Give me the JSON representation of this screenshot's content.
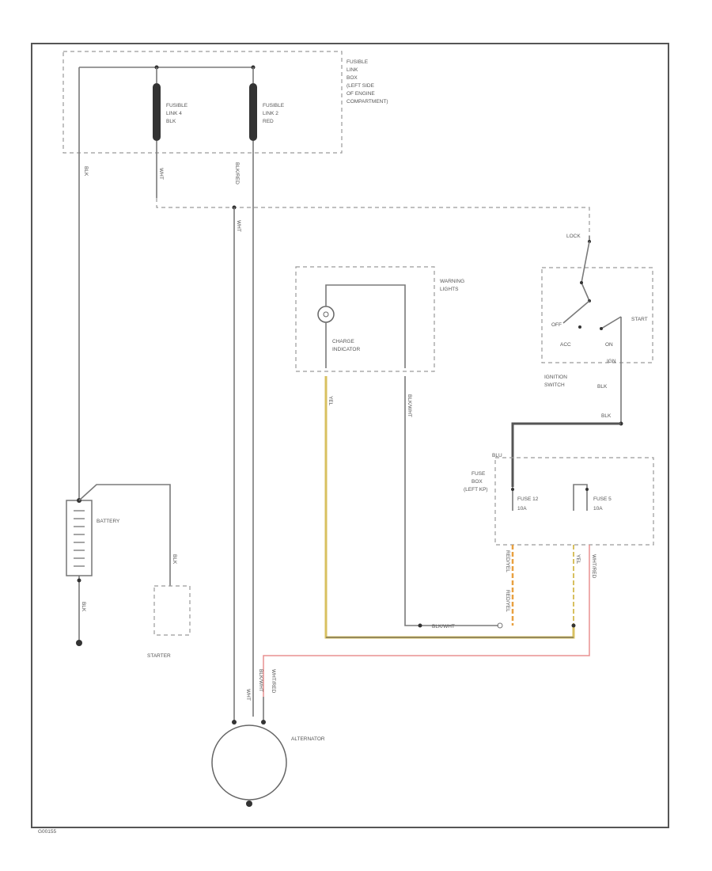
{
  "labels": {
    "fusible_link_box": [
      "FUSIBLE",
      "LINK",
      "BOX",
      "(LEFT SIDE",
      "OF ENGINE",
      "COMPARTMENT)"
    ],
    "fusible_link_4": [
      "FUSIBLE",
      "LINK 4",
      "BLK"
    ],
    "fusible_link_2": [
      "FUSIBLE",
      "LINK 2",
      "RED"
    ],
    "warning_lights": [
      "WARNING",
      "LIGHTS"
    ],
    "charge_indicator": [
      "CHARGE",
      "INDICATOR"
    ],
    "ignition_switch": [
      "IGNITION",
      "SWITCH"
    ],
    "ign_lock": "LOCK",
    "ign_acc": "ACC",
    "ign_on": "ON",
    "ign_off": "OFF",
    "ign_start": "START",
    "ign_ign": "IGN",
    "fuse_box": [
      "FUSE",
      "BOX",
      "(LEFT KP)"
    ],
    "fuse_12": [
      "FUSE 12",
      "10A"
    ],
    "fuse_5": [
      "FUSE 5",
      "10A"
    ],
    "battery": "BATTERY",
    "starter": "STARTER",
    "alternator": "ALTERNATOR",
    "figure_id": "G00155"
  },
  "wires": {
    "blk_left": "BLK",
    "wht_link4": "WHT",
    "blk_red": "BLK/RED",
    "wht_alt": "WHT",
    "alt_bundle": [
      "WHT",
      "BLK/WHT",
      "WHT/RED"
    ],
    "yel": "YEL",
    "blk_wht": "BLK/WHT",
    "blk_wht_h": "BLK/WHT",
    "red_yel_1": "RED/YEL",
    "red_yel_2": "RED/YEL",
    "yel_r": "YEL",
    "wht_red": "WHT/RED",
    "blk_ign": "BLK",
    "blk_ign2": "BLK",
    "blu": "BLU",
    "blk_batt": "BLK",
    "batt_neg": "BLK"
  },
  "colors": {
    "wire_yellow": "#d8c060",
    "wire_orange": "#e8a040",
    "wire_pink": "#e89090",
    "frame": "#555555"
  }
}
